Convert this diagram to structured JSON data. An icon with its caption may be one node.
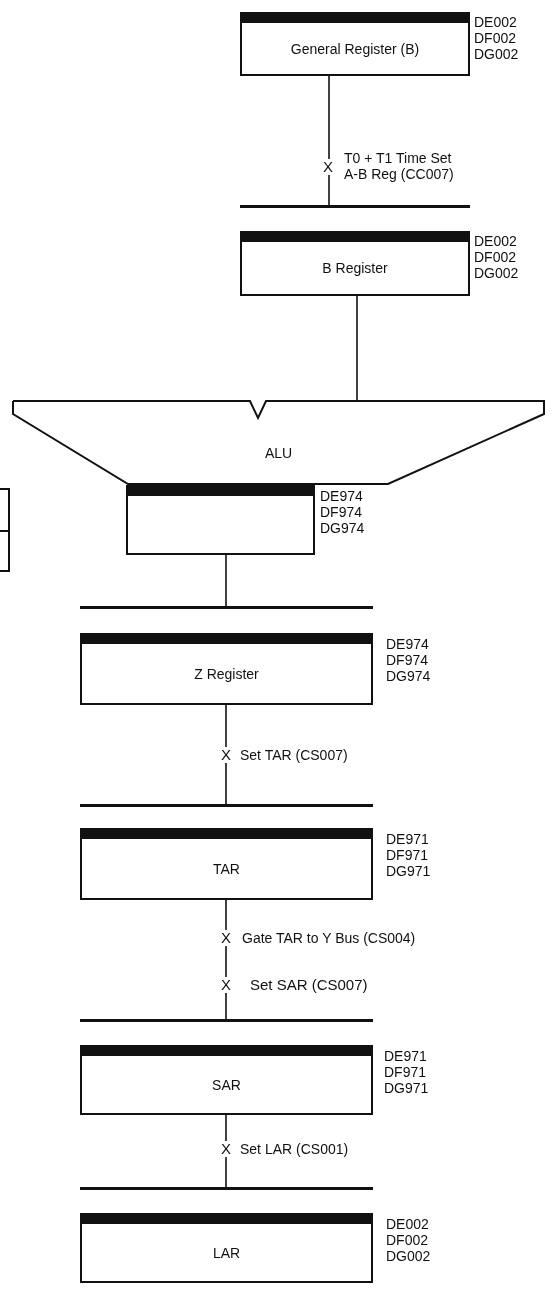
{
  "diagram": {
    "nodes": [
      {
        "text": [
          "General Register (B)"
        ],
        "beside": [
          "DE002 DF002 DG002"
        ]
      },
      {
        "text": [],
        "shape": "bar"
      },
      {
        "text": [
          "B Register"
        ],
        "beside": [
          "DE002 DF002 DG002"
        ]
      },
      {
        "text": [
          "ALU"
        ]
      },
      {
        "text": [],
        "shape": "box"
      },
      {
        "text": [],
        "shape": "box",
        "beside": [
          "DE974 DF974 DG974"
        ]
      },
      {
        "text": [],
        "shape": "bar"
      },
      {
        "text": [
          "Z Register"
        ],
        "beside": [
          "DE974 DF974 DG974"
        ]
      },
      {
        "text": [],
        "shape": "bar"
      },
      {
        "text": [
          "TAR"
        ],
        "beside": [
          "DE971 DF971 DG971"
        ]
      },
      {
        "text": [],
        "shape": "bar"
      },
      {
        "text": [
          "SAR"
        ],
        "beside": [
          "DE971 DF971 DG971"
        ]
      },
      {
        "text": [],
        "shape": "bar"
      },
      {
        "text": [
          "LAR"
        ],
        "beside": [
          "DE002 DF002 DG002"
        ]
      }
    ],
    "edges": [
      {
        "from": 0,
        "to": 1,
        "arrow": "none",
        "label": "T0 + T1 Time Set A-B Reg (CC007)"
      },
      {
        "from": 2,
        "to": 3,
        "arrow": "none"
      },
      {
        "from": 5,
        "to": 6,
        "arrow": "none"
      },
      {
        "from": 7,
        "to": 8,
        "arrow": "none",
        "label": "Set TAR (CS007)"
      },
      {
        "from": 9,
        "to": 10,
        "arrow": "none",
        "label": "Gate TAR to Y Bus (CS004)"
      },
      {
        "from": 11,
        "to": 12,
        "arrow": "none",
        "label": "Set LAR (CS001)"
      }
    ],
    "labels": [
      "X",
      "X",
      "X",
      "X",
      "Set SAR (CS007)",
      "X"
    ]
  }
}
